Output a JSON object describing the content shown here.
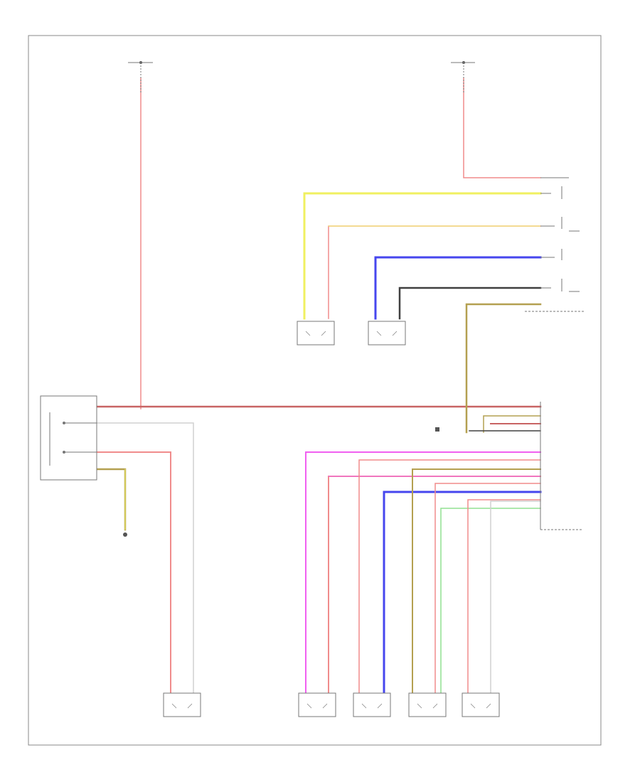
{
  "diagram": {
    "footer_code": "",
    "colors": {
      "red": "#f08c8c",
      "red_dark": "#c86464",
      "yellow": "#f0f060",
      "blue": "#4646ee",
      "dark": "#404040",
      "olive": "#b4a050",
      "magenta": "#f060f0",
      "green": "#90e090",
      "white": "#d0d0d0",
      "frame": "#888888"
    },
    "components": [
      {
        "id": "steering",
        "label_lines": [
          "",
          "",
          ""
        ]
      },
      {
        "id": "lumbar-switch",
        "label_lines": [
          "",
          "",
          "",
          ""
        ]
      },
      {
        "id": "trans-module",
        "label_lines": [
          "",
          "",
          "",
          ""
        ]
      },
      {
        "id": "motor-1",
        "label_lines": [
          "",
          "",
          ""
        ]
      },
      {
        "id": "motor-2",
        "label_lines": [
          "",
          "",
          "",
          ""
        ]
      },
      {
        "id": "motor-3",
        "label_lines": [
          "",
          "",
          ""
        ]
      },
      {
        "id": "motor-4",
        "label_lines": [
          "",
          "",
          "",
          ""
        ]
      },
      {
        "id": "motor-5",
        "label_lines": [
          "",
          "",
          "",
          ""
        ]
      },
      {
        "id": "motor-6",
        "label_lines": [
          "",
          "",
          "",
          ""
        ]
      },
      {
        "id": "motor-7",
        "label_lines": [
          "",
          "",
          "",
          ""
        ]
      }
    ]
  }
}
